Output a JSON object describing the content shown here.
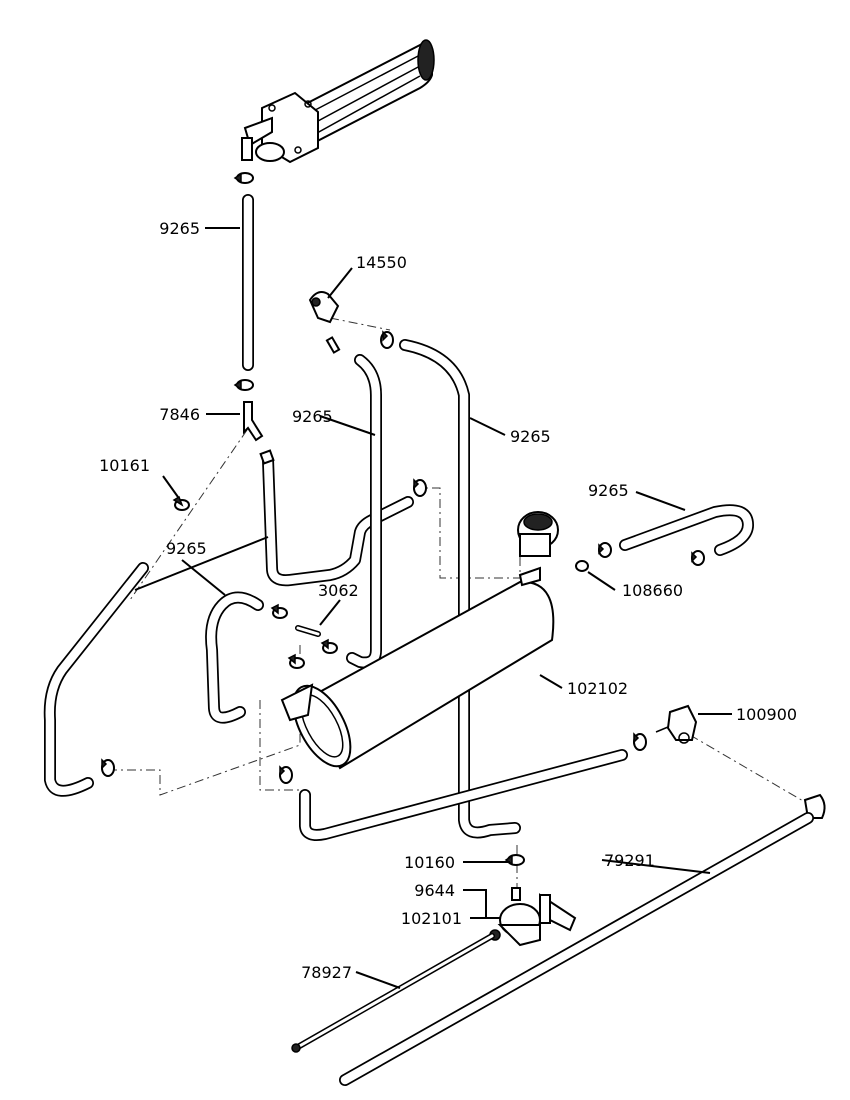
{
  "callouts": [
    {
      "id": "9265-top",
      "text": "9265"
    },
    {
      "id": "14550",
      "text": "14550"
    },
    {
      "id": "7846",
      "text": "7846"
    },
    {
      "id": "9265-mid",
      "text": "9265"
    },
    {
      "id": "9265-long",
      "text": "9265"
    },
    {
      "id": "10161",
      "text": "10161"
    },
    {
      "id": "9265-right",
      "text": "9265"
    },
    {
      "id": "9265-left",
      "text": "9265"
    },
    {
      "id": "3062",
      "text": "3062"
    },
    {
      "id": "108660",
      "text": "108660"
    },
    {
      "id": "102102",
      "text": "102102"
    },
    {
      "id": "100900",
      "text": "100900"
    },
    {
      "id": "10160",
      "text": "10160"
    },
    {
      "id": "9644",
      "text": "9644"
    },
    {
      "id": "79291",
      "text": "79291"
    },
    {
      "id": "102101",
      "text": "102101"
    },
    {
      "id": "78927",
      "text": "78927"
    }
  ]
}
